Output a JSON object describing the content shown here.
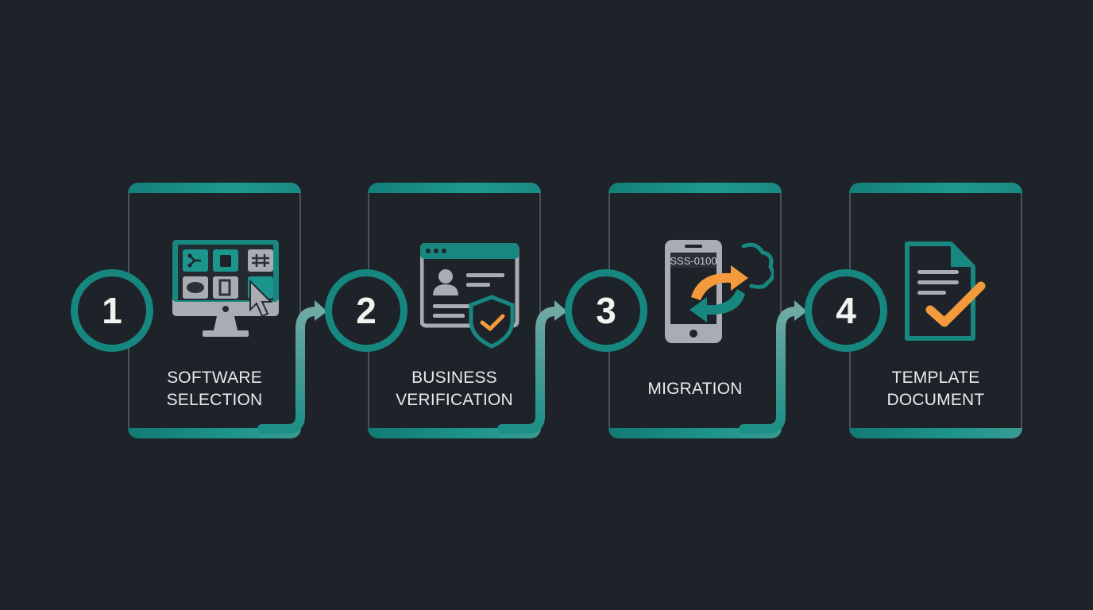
{
  "diagram": {
    "type": "process-flow",
    "colors": {
      "background": "#1e2229",
      "teal": "#16877f",
      "teal_light": "#4fa79e",
      "orange": "#f39a3c",
      "gray_icon": "#a9adb3",
      "card_border": "#4a515b",
      "text": "#e8ebee"
    },
    "steps": [
      {
        "number": "1",
        "title_line1": "SOFTWARE",
        "title_line2": "SELECTION",
        "icon": "monitor-app-grid-icon"
      },
      {
        "number": "2",
        "title_line1": "BUSINESS",
        "title_line2": "VERIFICATION",
        "icon": "id-card-shield-check-icon"
      },
      {
        "number": "3",
        "title_line1": "MIGRATION",
        "title_line2": "",
        "icon": "phone-cloud-sync-icon",
        "icon_text": "SSS-0100"
      },
      {
        "number": "4",
        "title_line1": "TEMPLATE",
        "title_line2": "DOCUMENT",
        "icon": "document-check-icon"
      }
    ]
  }
}
